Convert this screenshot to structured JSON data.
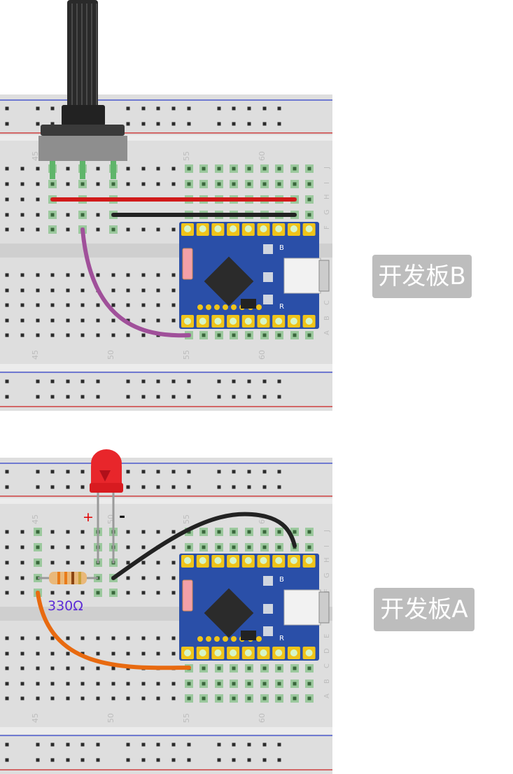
{
  "boards": [
    {
      "label": "开发板B"
    },
    {
      "label": "开发板A"
    }
  ],
  "breadboard": {
    "column_numbers": [
      "45",
      "50",
      "55",
      "60"
    ],
    "row_letters_top": [
      "J",
      "I",
      "H",
      "G",
      "F"
    ],
    "row_letters_bottom": [
      "E",
      "D",
      "C",
      "B",
      "A"
    ]
  },
  "board_pin_labels": {
    "b": "B",
    "r": "R"
  },
  "components": {
    "resistor_value": "330Ω",
    "led_plus": "+",
    "led_minus": "-"
  },
  "colors": {
    "breadboard": "#dedede",
    "rail_blue": "#2e3fc9",
    "rail_red": "#cc2020",
    "hole": "#2b2b2b",
    "hole_active": "#4caf50",
    "mcu_board": "#2a4fa8",
    "pad_gold": "#f0c419",
    "wire_red": "#d11a1a",
    "wire_black": "#222222",
    "wire_purple": "#a0509a",
    "wire_orange": "#e86a10",
    "led_red": "#e8262b",
    "label_purple": "#5b2bd6",
    "label_red": "#e00000",
    "badge_bg": "#bdbdbd"
  }
}
